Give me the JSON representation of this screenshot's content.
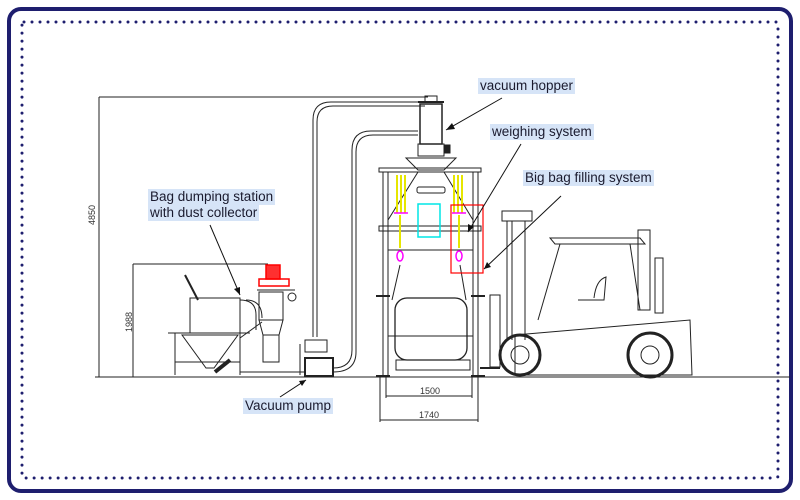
{
  "labels": {
    "vacuum_hopper": "vacuum hopper",
    "weighing_system": "weighing system",
    "big_bag_filling_system": "Big bag filling system",
    "bag_dumping_line1": "Bag dumping station",
    "bag_dumping_line2": "with dust collector",
    "vacuum_pump": "Vacuum pump"
  },
  "dimensions": {
    "total_height": "4850",
    "dumping_station_height": "1988",
    "inner_width": "1500",
    "outer_width": "1740"
  },
  "colors": {
    "border": "#1e1e6e",
    "label_highlight": "#d6e4f7",
    "motor": "#ff0000",
    "load_cells": "#ffff00",
    "weighing_frame": "#00e5e5",
    "filling_highlight": "#ff0000",
    "hooks": "#ff00ff"
  }
}
